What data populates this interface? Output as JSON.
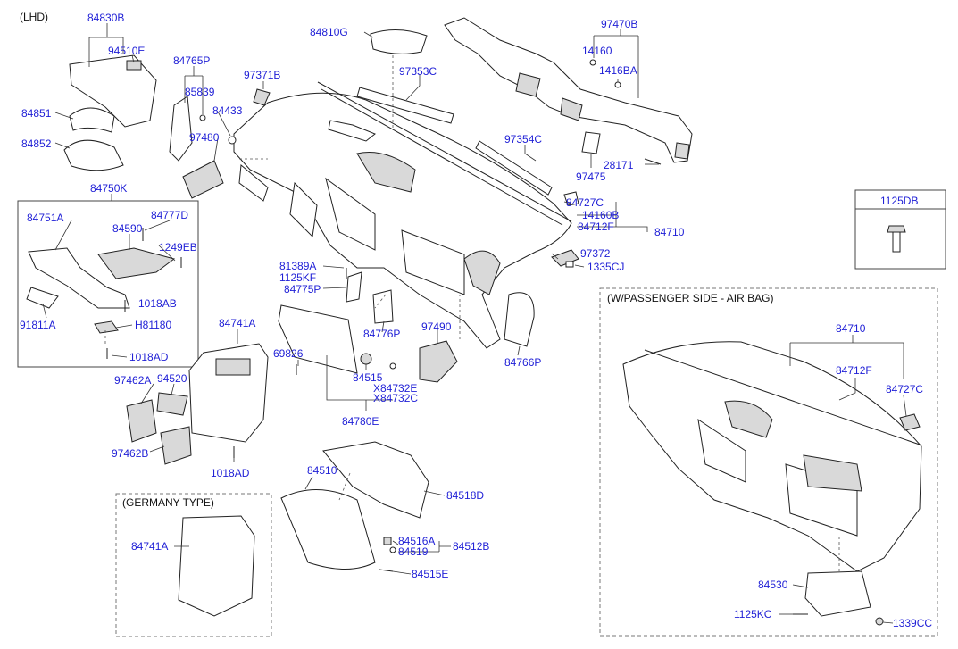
{
  "notes": {
    "lhd": "(LHD)",
    "passenger_airbag": "(W/PASSENGER SIDE - AIR BAG)",
    "germany_type": "(GERMANY TYPE)"
  },
  "labels": {
    "p84830B": "84830B",
    "p94510E": "94510E",
    "p84851": "84851",
    "p84852": "84852",
    "p84765P": "84765P",
    "p85839": "85839",
    "p84433": "84433",
    "p97371B": "97371B",
    "p97480": "97480",
    "p84810G": "84810G",
    "p97353C": "97353C",
    "p97470B": "97470B",
    "p14160a": "14160",
    "p1416BA": "1416BA",
    "p97354C": "97354C",
    "p28171": "28171",
    "p97475": "97475",
    "p1125DB": "1125DB",
    "p84750K": "84750K",
    "p84751A": "84751A",
    "p84777D": "84777D",
    "p84590": "84590",
    "p1249EB": "1249EB",
    "p1018AB": "1018AB",
    "p91811A": "91811A",
    "pH81180": "H81180",
    "p1018AD_a": "1018AD",
    "p84727C_a": "84727C",
    "p14160B": "14160B",
    "p84712F_a": "84712F",
    "p84710_a": "84710",
    "p97372": "97372",
    "p1335CJ": "1335CJ",
    "p81389A": "81389A",
    "p1125KF": "1125KF",
    "p84775P": "84775P",
    "p84776P": "84776P",
    "p97490": "97490",
    "p84766P": "84766P",
    "p69826": "69826",
    "p84515": "84515",
    "pX84732E": "X84732E",
    "pX84732C": "X84732C",
    "p84780E": "84780E",
    "p84741A_a": "84741A",
    "p97462A": "97462A",
    "p94520": "94520",
    "p97462B": "97462B",
    "p1018AD_b": "1018AD",
    "p84510": "84510",
    "p84518D": "84518D",
    "p84516A": "84516A",
    "p84512B": "84512B",
    "p84519": "84519",
    "p84515E": "84515E",
    "p84741A_b": "84741A",
    "p84710_b": "84710",
    "p84712F_b": "84712F",
    "p84727C_b": "84727C",
    "p84530": "84530",
    "p1125KC": "1125KC",
    "p1339CC": "1339CC"
  }
}
